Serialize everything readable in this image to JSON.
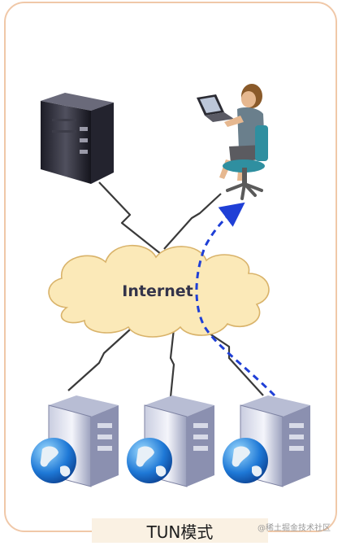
{
  "diagram": {
    "cloud_label": "Internet",
    "caption": "TUN模式",
    "watermark": "@稀土掘金技术社区",
    "colors": {
      "frame_border": "#f0c8a8",
      "cloud_fill": "#fbe9b8",
      "cloud_stroke": "#d9b36a",
      "link_line": "#3a3a3a",
      "tunnel_arrow": "#1f3fd6"
    }
  }
}
